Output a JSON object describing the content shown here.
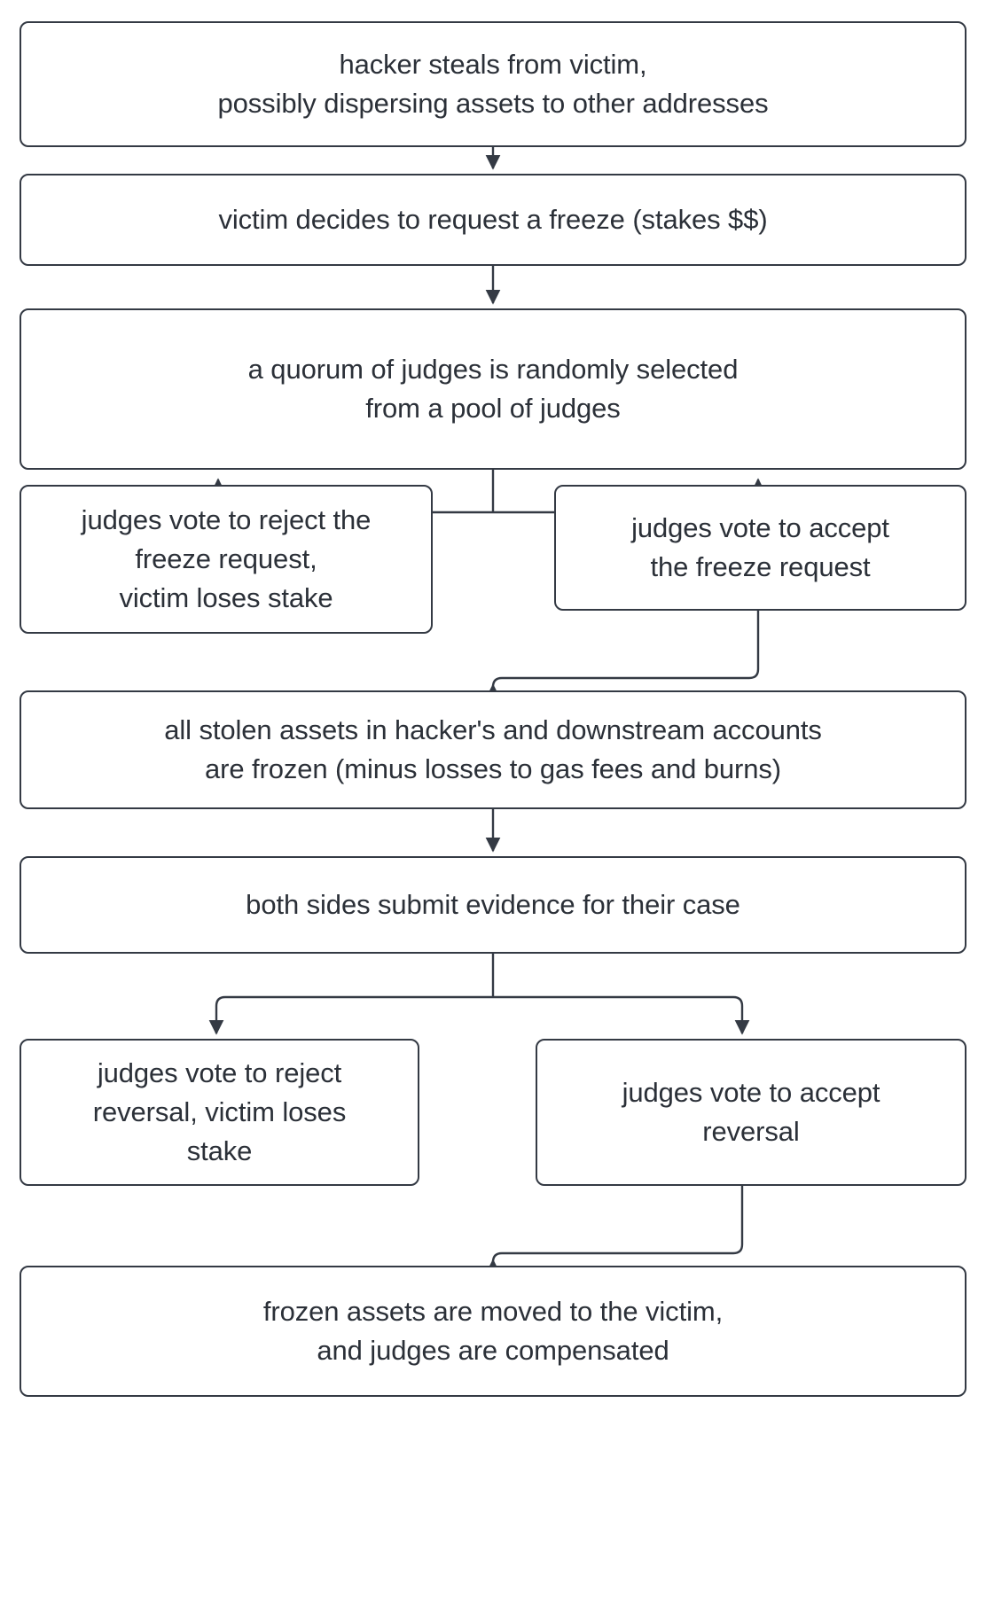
{
  "diagram": {
    "type": "flowchart",
    "orientation": "top-to-bottom",
    "background_color": "#ffffff",
    "node_border_color": "#343a44",
    "node_fill_color": "#ffffff",
    "text_color": "#2b3038",
    "edge_color": "#343a44",
    "nodes": [
      {
        "id": "hack",
        "label": "hacker steals from victim,\npossibly dispersing assets to other addresses"
      },
      {
        "id": "request",
        "label": "victim decides to request a freeze (stakes $$)"
      },
      {
        "id": "quorum",
        "label": "a quorum of judges is randomly selected\nfrom a pool of judges"
      },
      {
        "id": "reject_freeze",
        "label": "judges vote to reject the\nfreeze request,\nvictim loses stake"
      },
      {
        "id": "accept_freeze",
        "label": "judges vote to accept\nthe freeze request"
      },
      {
        "id": "frozen",
        "label": "all stolen assets in hacker's and downstream accounts\nare frozen (minus losses to gas fees and burns)"
      },
      {
        "id": "evidence",
        "label": "both sides submit evidence for their case"
      },
      {
        "id": "reject_reversal",
        "label": "judges vote to reject\nreversal, victim loses\nstake"
      },
      {
        "id": "accept_reversal",
        "label": "judges vote to accept\nreversal"
      },
      {
        "id": "final",
        "label": "frozen assets are moved to the victim,\nand judges are compensated"
      }
    ],
    "edges": [
      {
        "from": "hack",
        "to": "request",
        "style": "straight-arrow"
      },
      {
        "from": "request",
        "to": "quorum",
        "style": "straight-arrow"
      },
      {
        "from": "quorum",
        "to": "reject_freeze",
        "style": "split-left-arrow"
      },
      {
        "from": "quorum",
        "to": "accept_freeze",
        "style": "split-right-arrow"
      },
      {
        "from": "accept_freeze",
        "to": "frozen",
        "style": "elbow-arrow"
      },
      {
        "from": "frozen",
        "to": "evidence",
        "style": "straight-arrow"
      },
      {
        "from": "evidence",
        "to": "reject_reversal",
        "style": "split-left-arrow"
      },
      {
        "from": "evidence",
        "to": "accept_reversal",
        "style": "split-right-arrow"
      },
      {
        "from": "accept_reversal",
        "to": "final",
        "style": "elbow-arrow"
      }
    ]
  }
}
